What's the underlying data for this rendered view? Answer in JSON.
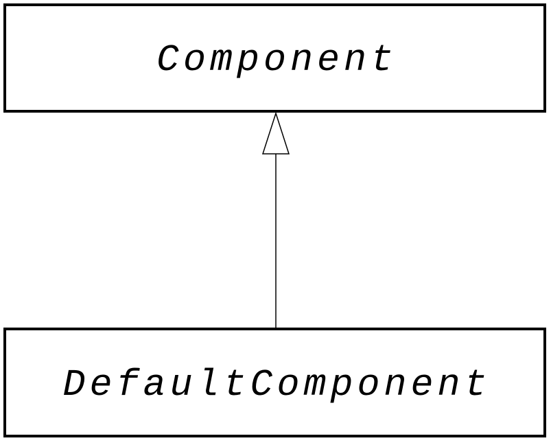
{
  "diagram": {
    "type": "uml-class-diagram",
    "classes": [
      {
        "name": "Component",
        "role": "parent"
      },
      {
        "name": "DefaultComponent",
        "role": "child"
      }
    ],
    "relationship": {
      "type": "inheritance",
      "from": "DefaultComponent",
      "to": "Component"
    },
    "icons": {
      "inheritance_arrow": "hollow-triangle-up"
    },
    "colors": {
      "border": "#000000",
      "text": "#000000",
      "background": "#ffffff"
    }
  }
}
